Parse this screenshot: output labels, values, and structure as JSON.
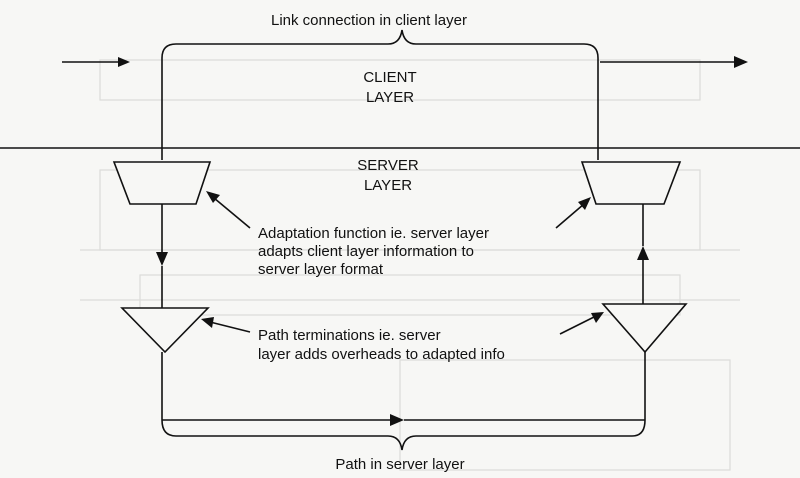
{
  "diagram": {
    "top_label": "Link connection in client layer",
    "client_layer": [
      "CLIENT",
      "LAYER"
    ],
    "server_layer": [
      "SERVER",
      "LAYER"
    ],
    "adaptation_note": [
      "Adaptation function ie. server layer",
      "adapts client layer information to",
      "server layer format"
    ],
    "termination_note": [
      "Path terminations ie. server",
      "layer adds overheads to adapted info"
    ],
    "bottom_label": "Path in server layer"
  }
}
